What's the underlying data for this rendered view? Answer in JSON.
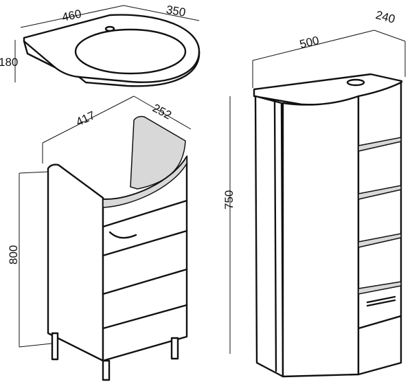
{
  "dimensions": {
    "sink_width": "460",
    "sink_depth": "350",
    "sink_height": "180",
    "vanity_width": "417",
    "vanity_depth": "252",
    "vanity_height": "800",
    "cabinet_width": "500",
    "cabinet_depth": "240",
    "cabinet_height": "750"
  }
}
